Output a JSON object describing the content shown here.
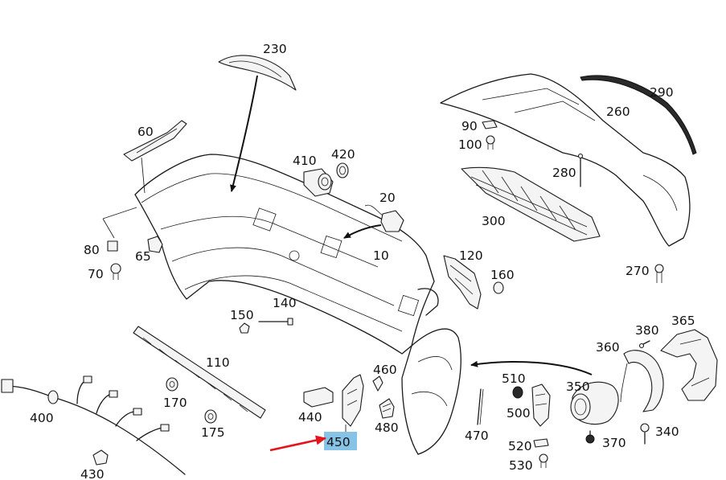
{
  "parts": {
    "p230": "230",
    "p60": "60",
    "p410": "410",
    "p420": "420",
    "p20": "20",
    "p10": "10",
    "p80": "80",
    "p65": "65",
    "p70": "70",
    "p150": "150",
    "p140": "140",
    "p110": "110",
    "p170": "170",
    "p175": "175",
    "p400": "400",
    "p430": "430",
    "p440": "440",
    "p450": "450",
    "p460": "460",
    "p480": "480",
    "p470": "470",
    "p510": "510",
    "p500": "500",
    "p520": "520",
    "p530": "530",
    "p350": "350",
    "p370": "370",
    "p340": "340",
    "p360": "360",
    "p380": "380",
    "p365": "365",
    "p120": "120",
    "p160": "160",
    "p90": "90",
    "p100": "100",
    "p290": "290",
    "p260": "260",
    "p280": "280",
    "p300": "300",
    "p270": "270"
  },
  "highlighted_part": "450",
  "colors": {
    "highlight": "#87c3e6",
    "pointer_arrow": "#e3141b"
  }
}
